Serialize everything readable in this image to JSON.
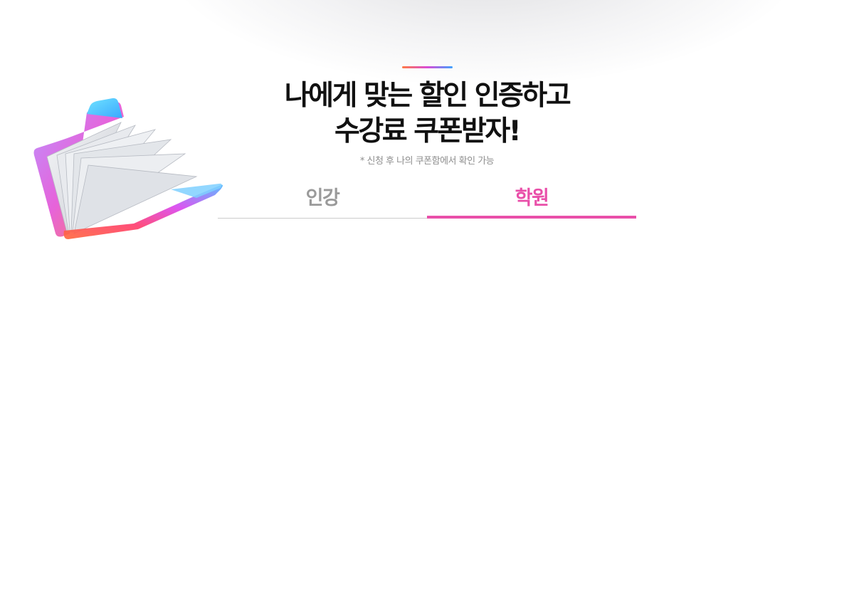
{
  "header": {
    "headline_line1": "나에게 맞는 할인 인증하고",
    "headline_line2": "수강료 쿠폰받자!",
    "note": "* 신청 후 나의 쿠폰함에서 확인 가능"
  },
  "tabs": [
    {
      "label": "인강",
      "selected": false
    },
    {
      "label": "학원",
      "selected": true
    }
  ],
  "colors": {
    "accent": "#e94fa9",
    "inactive_tab": "#9a9a9a",
    "headline": "#111111"
  },
  "icons": {
    "illustration": "folder-icon"
  }
}
